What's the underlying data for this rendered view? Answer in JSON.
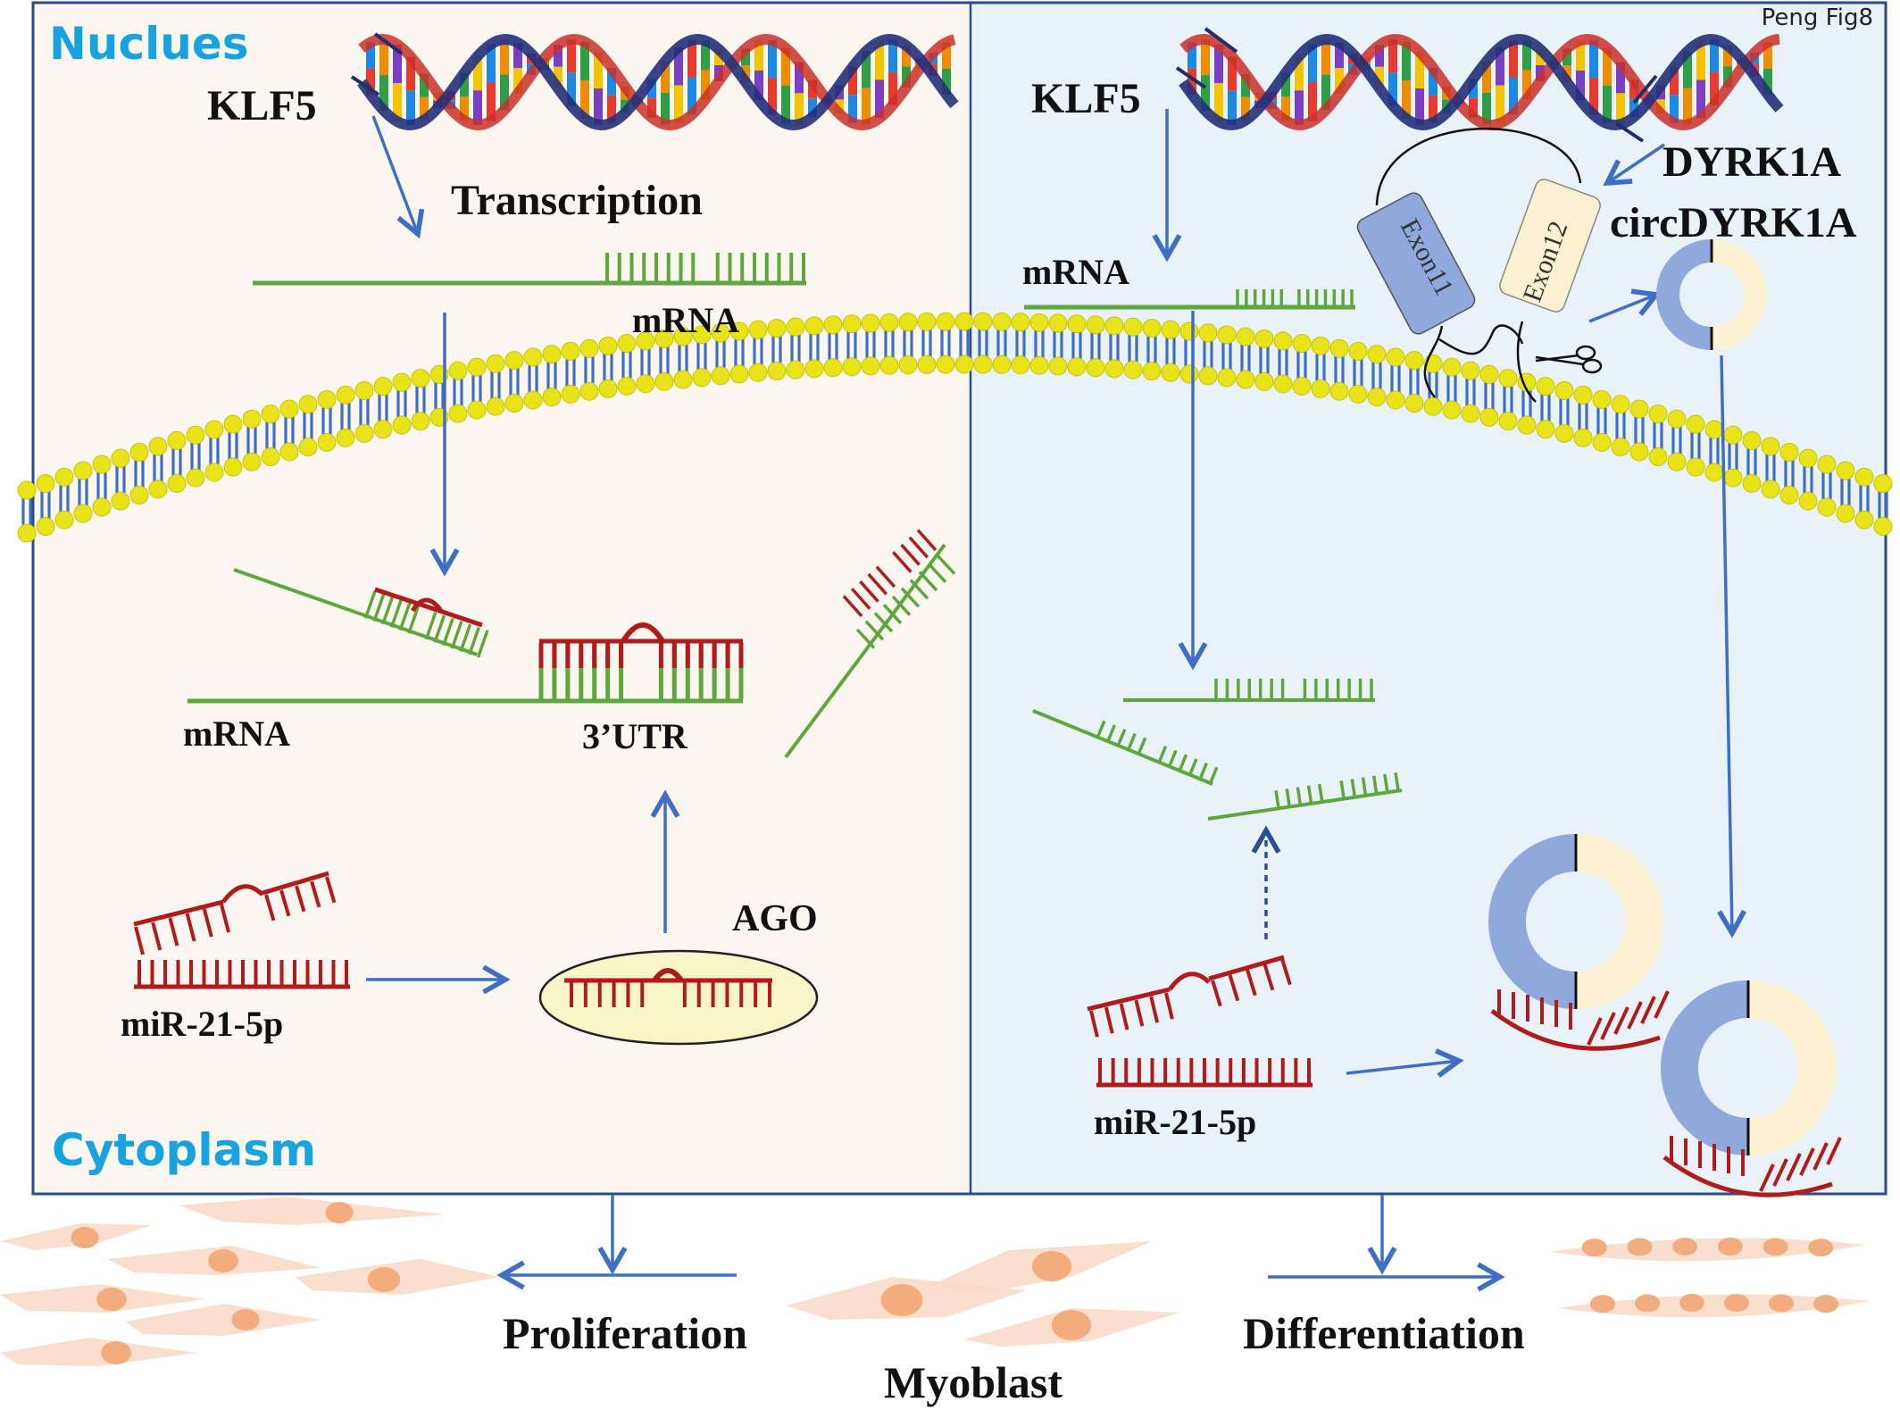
{
  "labels": {
    "figure_tag": "Peng Fig8",
    "nucleus": "Nuclues",
    "cytoplasm": "Cytoplasm",
    "klf5_left": "KLF5",
    "klf5_right": "KLF5",
    "transcription": "Transcription",
    "mrna_top_left": "mRNA",
    "mrna_mid_left": "mRNA",
    "utr": "3’UTR",
    "ago": "AGO",
    "mir_left": "miR-21-5p",
    "mrna_top_right": "mRNA",
    "dyrk1a": "DYRK1A",
    "circdyrk1a": "circDYRK1A",
    "exon11": "Exon11",
    "exon12": "Exon12",
    "mir_right": "miR-21-5p",
    "proliferation": "Proliferation",
    "myoblast": "Myoblast",
    "differentiation": "Differentiation"
  },
  "colors": {
    "left_panel": "#fcf6f0",
    "right_panel": "#e9f1f9",
    "border": "#2d4a8a",
    "arrow": "#3f6fc4",
    "mrna": "#5ea73c",
    "mirna": "#b01c1c",
    "lipid_head": "#e9e31a",
    "lipid_tail": "#3f6fc4",
    "circ_blue": "#8fa9dc",
    "circ_yellow": "#fbf0cf",
    "ago_fill": "#f8f5c9",
    "cell": "#f9d9c5",
    "nucleus_dot": "#f3ac7e",
    "title_cyan": "#17a3dd"
  }
}
